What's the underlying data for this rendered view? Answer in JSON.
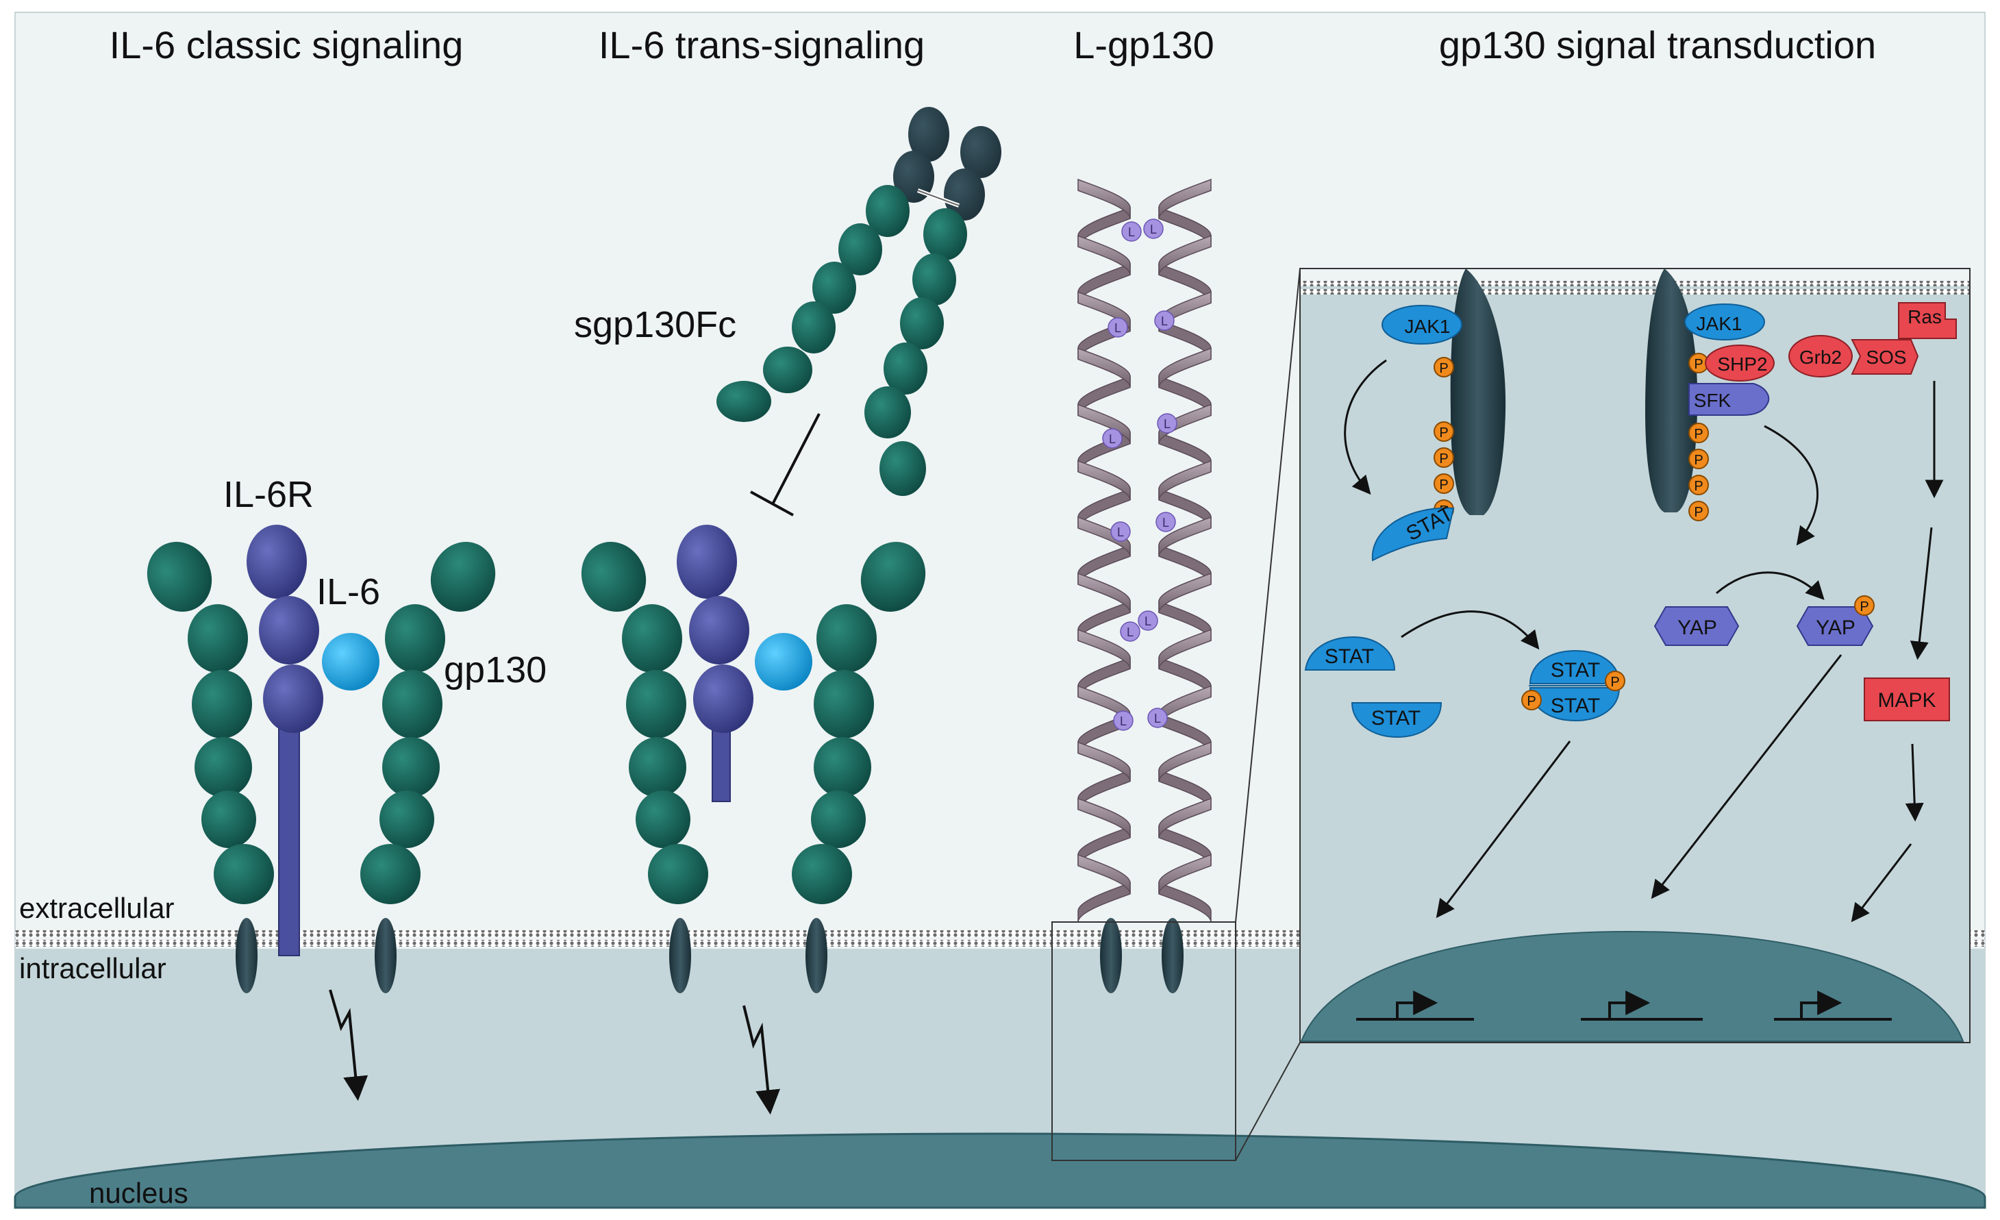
{
  "titles": {
    "classic": "IL-6 classic signaling",
    "trans": "IL-6 trans-signaling",
    "lgp130": "L-gp130",
    "transduction": "gp130 signal transduction"
  },
  "labels": {
    "il6r": "IL-6R",
    "il6": "IL-6",
    "gp130": "gp130",
    "sgp130fc": "sgp130Fc",
    "extracellular": "extracellular",
    "intracellular": "intracellular",
    "nucleus": "nucleus",
    "leucine": "L"
  },
  "pathway": {
    "jak1_left": "JAK1",
    "jak1_right": "JAK1",
    "phospho": "P",
    "stat_bound": "STAT",
    "shp2": "SHP2",
    "grb2": "Grb2",
    "sos": "SOS",
    "ras": "Ras",
    "sfk": "SFK",
    "stat_a": "STAT",
    "stat_b": "STAT",
    "dimer_top": "STAT",
    "dimer_bottom": "STAT",
    "yap": "YAP",
    "yap_p": "YAP",
    "mapk": "MAPK"
  },
  "colors": {
    "background_extracellular": "#eef3f4",
    "cytoplasm": "#c4d6da",
    "nucleus": "#4d7f89",
    "gp130_domain": "#1d6b5f",
    "il6r": "#4a4f9e",
    "il6": "#22a6de",
    "stat": "#1f8fd8",
    "ras_pathway": "#e8474f",
    "phospho": "#f08a1c",
    "helix": "#9c8c98"
  }
}
